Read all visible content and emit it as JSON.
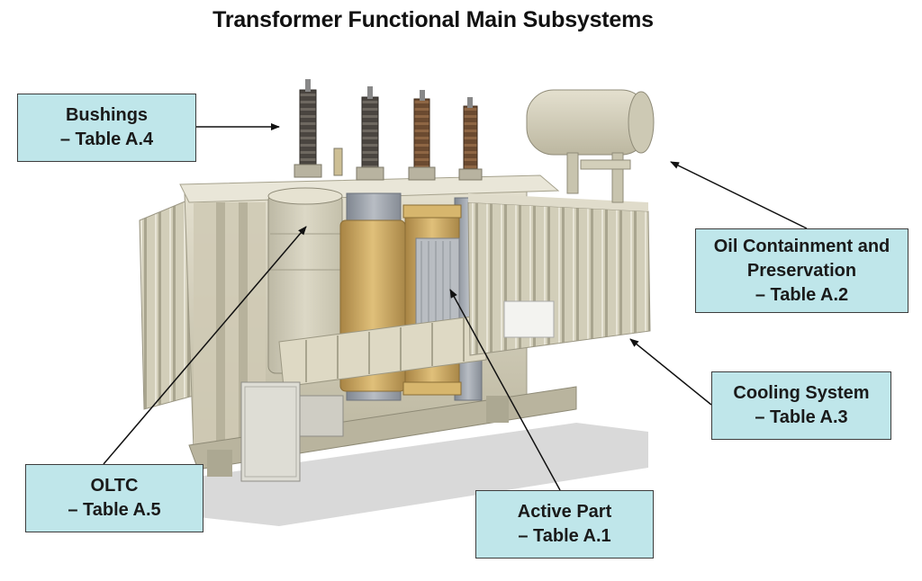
{
  "title": "Transformer Functional Main Subsystems",
  "callouts": {
    "bushings": {
      "line1": "Bushings",
      "line2": "– Table A.4"
    },
    "oil": {
      "line1": "Oil Containment and",
      "line2": "Preservation",
      "line3": "– Table A.2"
    },
    "cooling": {
      "line1": "Cooling System",
      "line2": "– Table A.3"
    },
    "oltc": {
      "line1": "OLTC",
      "line2": "– Table A.5"
    },
    "active": {
      "line1": "Active Part",
      "line2": "– Table A.1"
    }
  },
  "colors": {
    "callout_fill": "#bfe6ea",
    "callout_border": "#3d3d3d",
    "tank_body": "#d8d4c2",
    "radiator": "#cfcbb6",
    "winding_copper": "#c9a860",
    "core_steel": "#9aa0a8",
    "bushing_dark": "#55504a"
  }
}
